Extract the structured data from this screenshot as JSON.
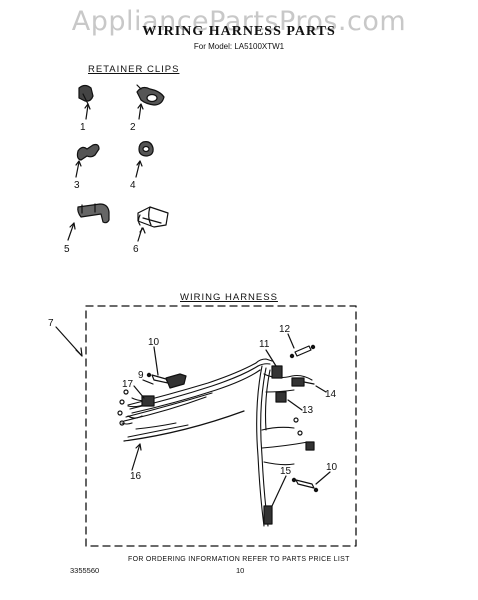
{
  "watermark": "AppliancePartsPros.com",
  "title": "WIRING HARNESS PARTS",
  "model": "For Model: LA5100XTW1",
  "retainer": {
    "heading": "RETAINER CLIPS",
    "labels": [
      "1",
      "2",
      "3",
      "4",
      "5",
      "6"
    ]
  },
  "harness": {
    "heading": "WIRING HARNESS",
    "box_label": "7",
    "callouts": [
      "10",
      "12",
      "11",
      "9",
      "17",
      "14",
      "13",
      "16",
      "15",
      "10"
    ]
  },
  "footer": {
    "note": "FOR ORDERING INFORMATION REFER TO PARTS PRICE LIST",
    "doc_number": "3355560",
    "page_number": "10"
  }
}
